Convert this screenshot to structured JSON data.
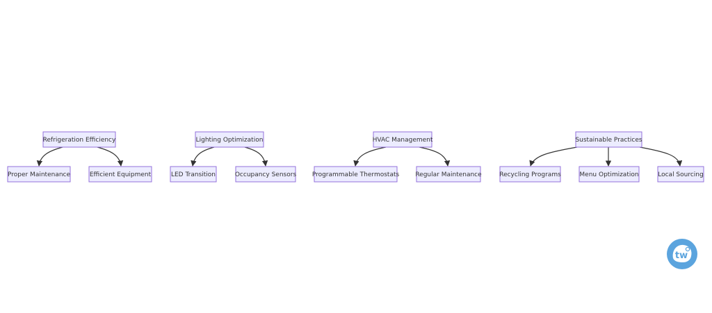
{
  "diagram": {
    "groups": [
      {
        "root": "Refrigeration Efficiency",
        "children": [
          "Proper Maintenance",
          "Efficient Equipment"
        ]
      },
      {
        "root": "Lighting Optimization",
        "children": [
          "LED Transition",
          "Occupancy Sensors"
        ]
      },
      {
        "root": "HVAC Management",
        "children": [
          "Programmable Thermostats",
          "Regular Maintenance"
        ]
      },
      {
        "root": "Sustainable Practices",
        "children": [
          "Recycling Programs",
          "Menu Optimization",
          "Local Sourcing"
        ]
      }
    ]
  },
  "colors": {
    "node_fill": "#ECECFF",
    "node_border": "#9370DB",
    "edge": "#333333",
    "text": "#333333",
    "logo": "#5BA4DE"
  },
  "logo": {
    "text": "tw",
    "icon": "twine-logo-icon"
  }
}
